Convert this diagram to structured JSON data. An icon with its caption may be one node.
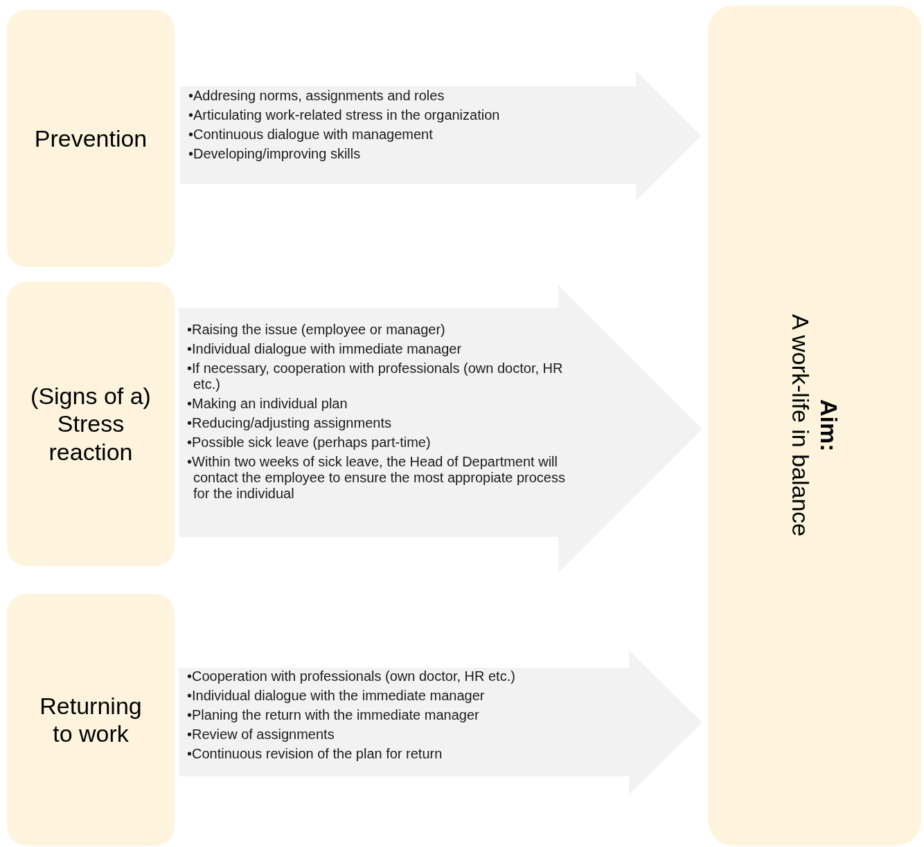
{
  "diagram": {
    "nodes": [
      {
        "text": [
          "Prevention"
        ]
      },
      {
        "text": [
          "•Addresing norms, assignments and roles",
          "•Articulating work-related stress in the organization",
          "•Continuous dialogue with management",
          "•Developing/improving skills"
        ]
      },
      {
        "text": [
          "(Signs of a) Stress reaction"
        ]
      },
      {
        "text": [
          "•Raising the issue (employee or manager)",
          "•Individual dialogue with immediate manager",
          "•If necessary, cooperation with professionals (own doctor, HR etc.)",
          "•Making an individual plan",
          "•Reducing/adjusting assignments",
          "•Possible sick leave (perhaps part-time)",
          "•Within two weeks of sick leave, the Head of Department will contact the employee to ensure the most appropiate process for the individual"
        ]
      },
      {
        "text": [
          "Returning to work"
        ]
      },
      {
        "text": [
          "•Cooperation with professionals (own doctor, HR etc.)",
          "•Individual dialogue with the immediate manager",
          "•Planing the return with the immediate manager",
          "•Review of assignments",
          "•Continuous revision of the plan for return"
        ]
      },
      {
        "text": [
          "Aim:",
          "A work-life in balance"
        ]
      }
    ]
  }
}
